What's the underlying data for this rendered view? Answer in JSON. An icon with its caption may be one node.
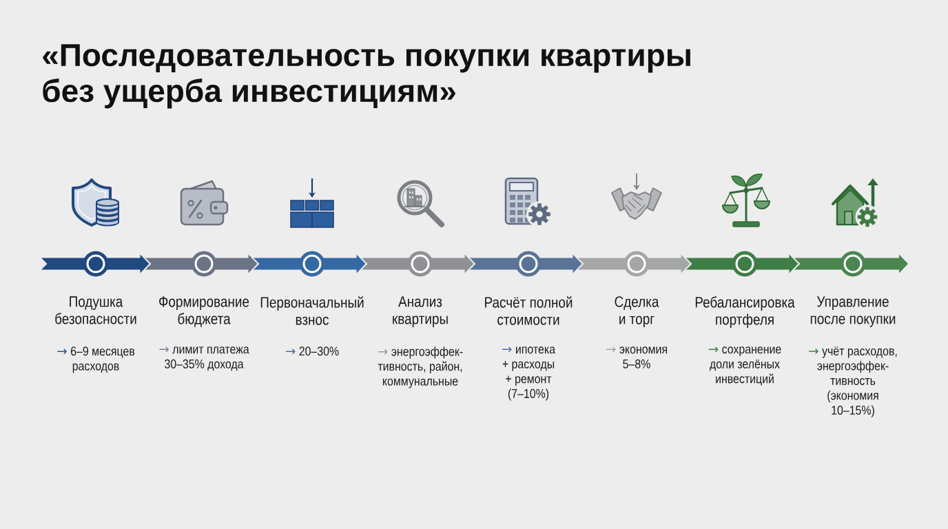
{
  "diagram": {
    "title": "«Последовательность покупки квартиры без ущерба инвестициям»",
    "nodes": [
      {
        "text": [],
        "shape": "circle",
        "beside": [
          "Подушка безопасности",
          "→ 6–9 месяцев расходов"
        ]
      },
      {
        "text": [],
        "shape": "circle",
        "beside": [
          "Формирование бюджета",
          "→ лимит платежа 30–35% дохода"
        ]
      },
      {
        "text": [],
        "shape": "circle",
        "beside": [
          "Первоначальный взнос",
          "→ 20–30%"
        ]
      },
      {
        "text": [],
        "shape": "circle",
        "beside": [
          "Анализ квартиры",
          "→ энергоэффек- тивность, район, коммунальные"
        ]
      },
      {
        "text": [],
        "shape": "circle",
        "beside": [
          "Расчёт полной стоимости",
          "→ ипотека + расходы + ремонт (7–10%)"
        ]
      },
      {
        "text": [],
        "shape": "circle",
        "beside": [
          "Сделка и торг",
          "→ экономия 5–8%"
        ]
      },
      {
        "text": [],
        "shape": "circle",
        "beside": [
          "Ребалансировка портфеля",
          "→ сохранение доли зелёных инвестиций"
        ]
      },
      {
        "text": [],
        "shape": "circle",
        "beside": [
          "Управление после покупки",
          "→ учёт расходов, энергоэффек- тивность (экономия 10–15%)"
        ]
      }
    ],
    "edges": [
      {
        "from": 0,
        "to": 1,
        "arrow": "to"
      },
      {
        "from": 1,
        "to": 2,
        "arrow": "to"
      },
      {
        "from": 2,
        "to": 3,
        "arrow": "to"
      },
      {
        "from": 3,
        "to": 4,
        "arrow": "to",
        "color": "#8f9194"
      },
      {
        "from": 4,
        "to": 5,
        "arrow": "to"
      },
      {
        "from": 5,
        "to": 6,
        "arrow": "to",
        "color": "#a5a6a8"
      },
      {
        "from": 6,
        "to": 7,
        "arrow": "to"
      },
      {
        "from": 7,
        "to": null,
        "arrow": "to"
      }
    ]
  }
}
